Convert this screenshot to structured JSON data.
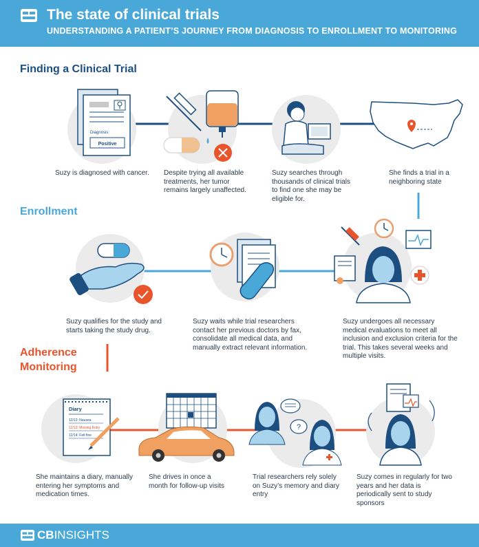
{
  "header": {
    "title": "The state of clinical trials",
    "subtitle": "UNDERSTANDING A PATIENT’S JOURNEY FROM DIAGNOSIS TO ENROLLMENT TO MONITORING"
  },
  "sections": {
    "finding": "Finding a Clinical Trial",
    "enrollment": "Enrollment",
    "adherence_line1": "Adherence",
    "adherence_line2": "Monitoring"
  },
  "finding_steps": [
    "Suzy is diagnosed with cancer.",
    "Despite trying all available treatments, her tumor remains largely unaffected.",
    "Suzy searches through thousands of clinical trials to find one she may be eligible for.",
    "She finds a trial in a neighboring state"
  ],
  "enrollment_steps": [
    "Suzy qualifies for the study and starts taking the study drug.",
    "Suzy waits while trial researchers contact her previous doctors by fax, consolidate all medical data, and manually extract relevant information.",
    "Suzy undergoes all necessary medical evaluations to meet all inclusion and exclusion criteria for the trial. This takes several weeks and multiple visits."
  ],
  "adherence_steps": [
    "She maintains a diary, manually entering her symptoms and medication times.",
    "She drives in once a month for follow-up visits",
    "Trial researchers rely solely on Suzy’s memory and diary entry",
    "Suzy comes in regularly for two years and her data is periodically sent to study sponsors"
  ],
  "diagnosis_doc": {
    "label": "Diagnosis:",
    "result": "Positive"
  },
  "diary": {
    "title": "Diary",
    "entries": [
      "12/12: Nausea",
      "12/13: Missing Entry",
      "12/14: Felt fine"
    ]
  },
  "footer": {
    "brand_bold": "CB",
    "brand_rest": "INSIGHTS"
  },
  "colors": {
    "header_bg": "#4aa8d8",
    "navy": "#1c4e80",
    "light_blue": "#4aa8d8",
    "orange": "#e8542c",
    "circle_gray": "#ebebeb"
  }
}
